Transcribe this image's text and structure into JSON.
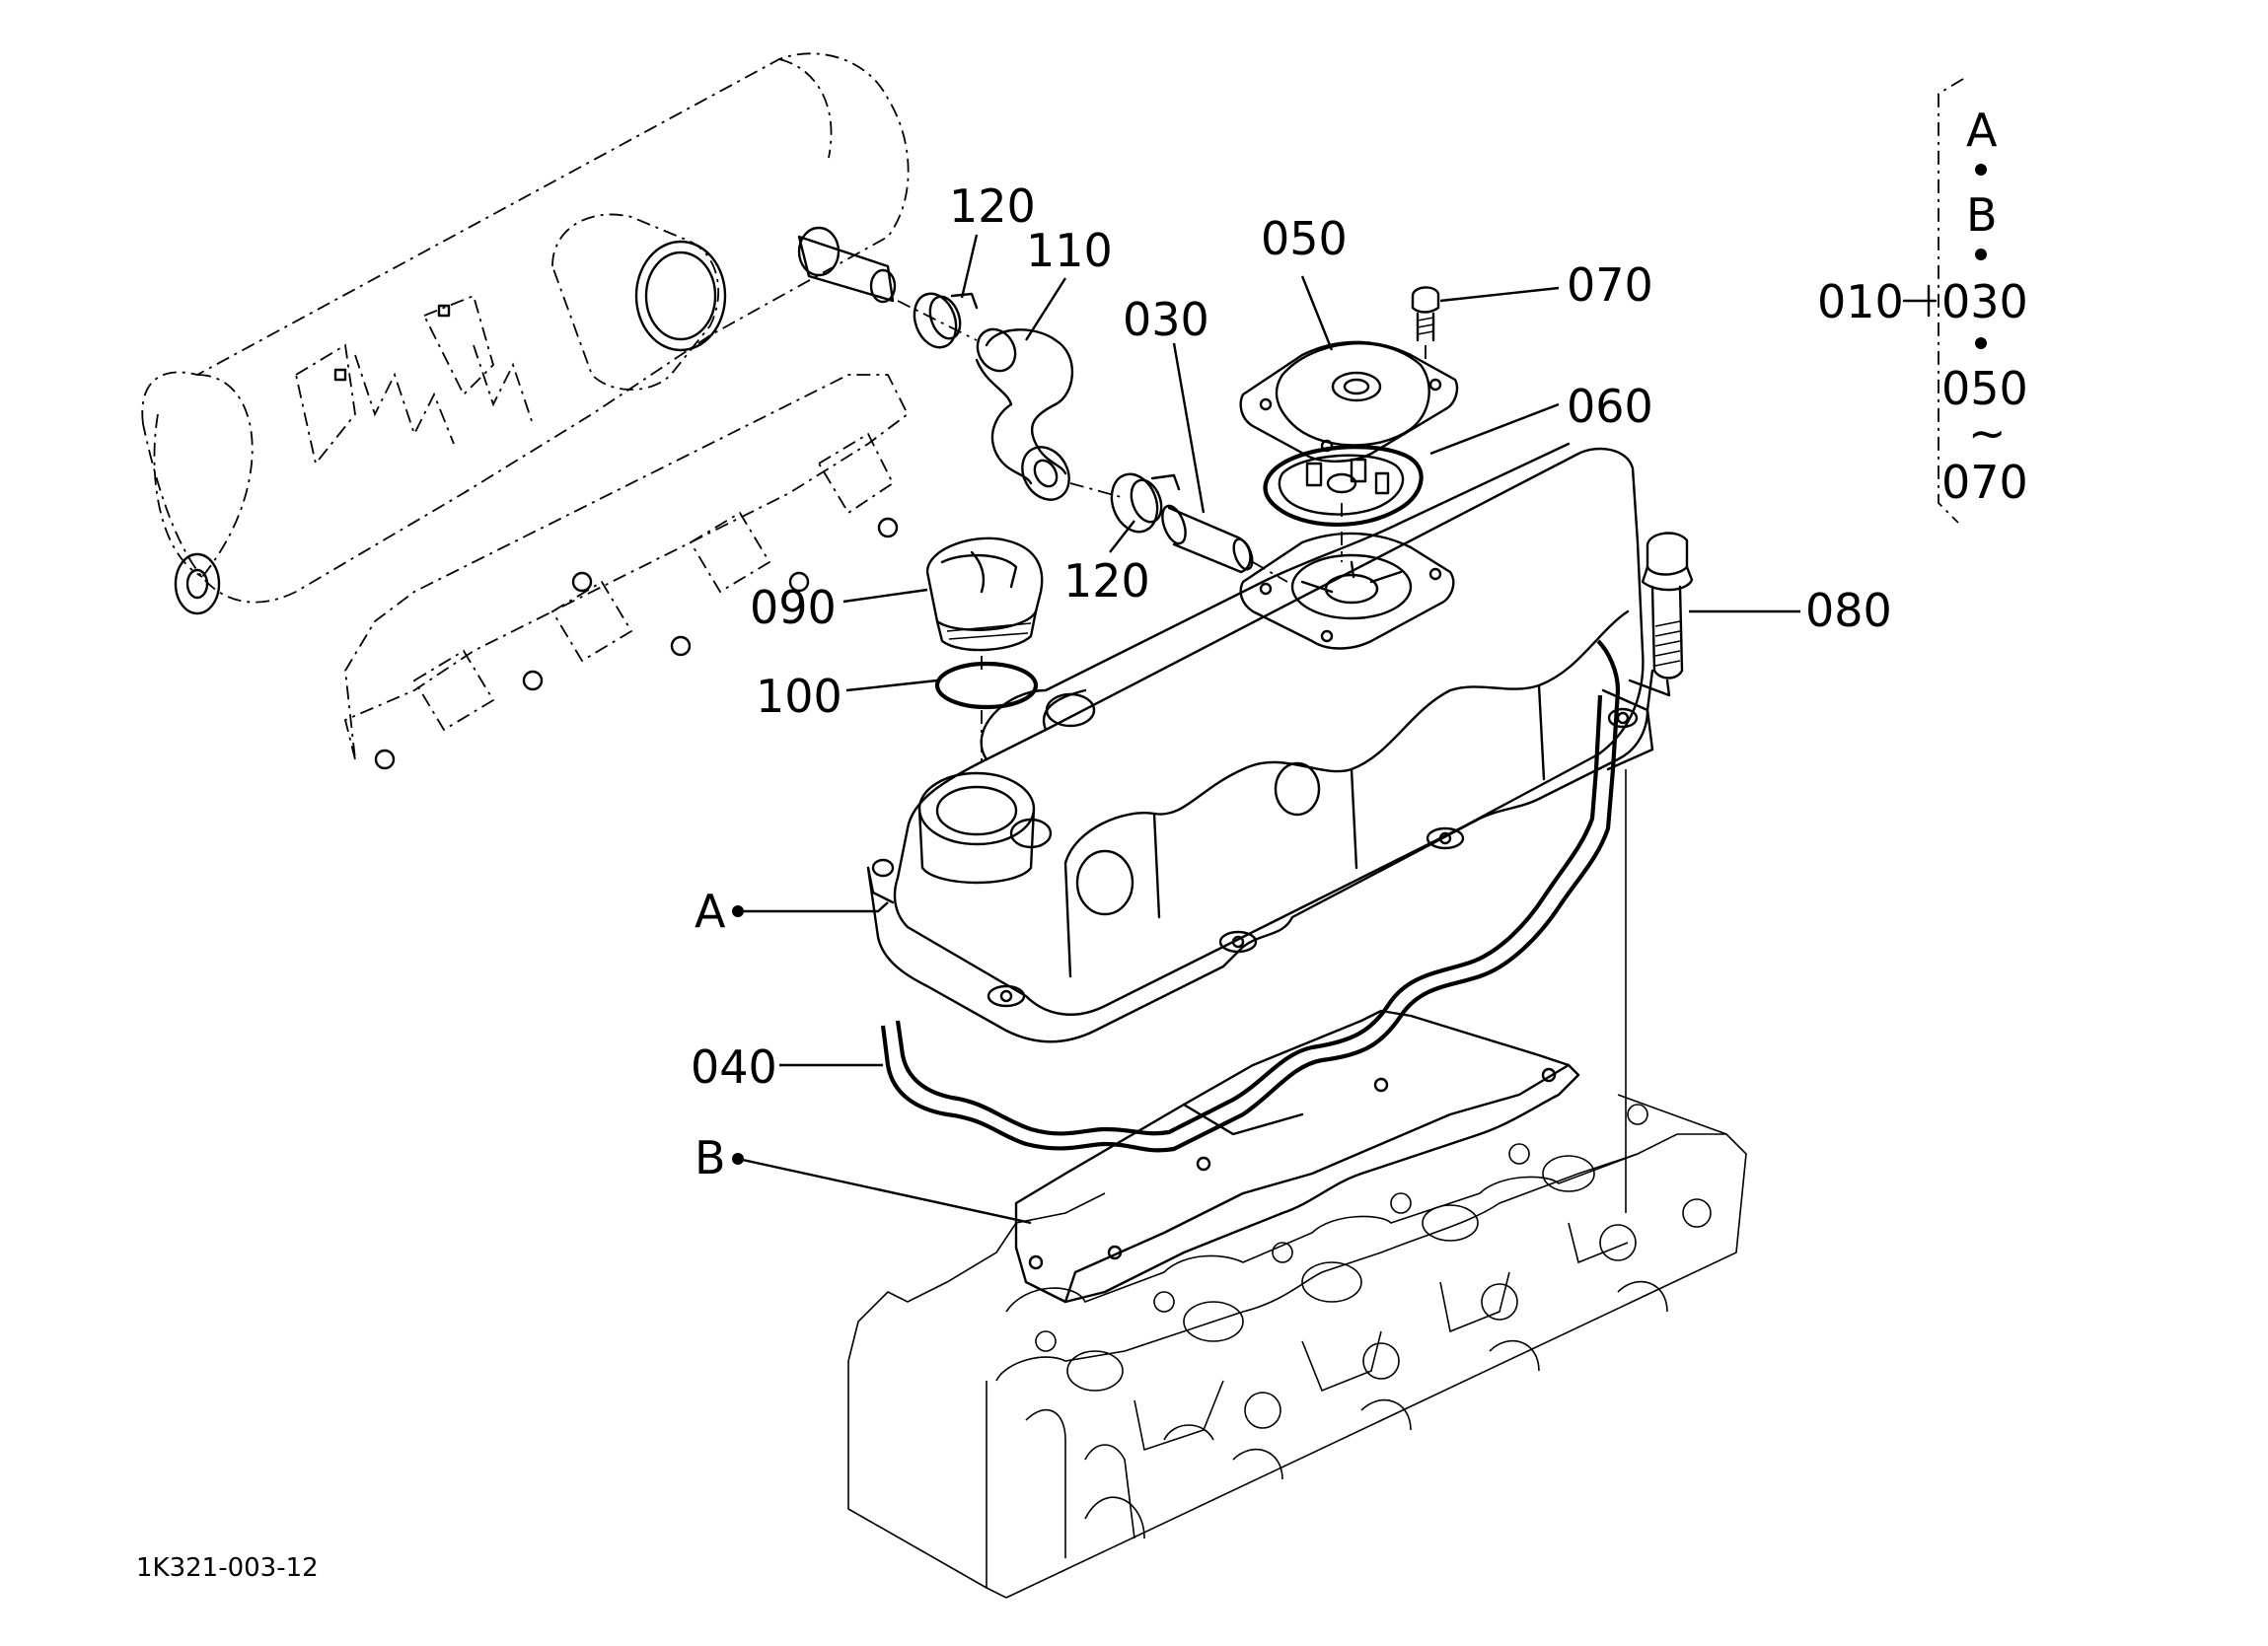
{
  "callouts": {
    "p120_top": "120",
    "p110": "110",
    "p030": "030",
    "p050": "050",
    "p070": "070",
    "p060": "060",
    "p080": "080",
    "p090": "090",
    "p120_bottom": "120",
    "p100": "100",
    "pA": "A",
    "p040": "040",
    "pB": "B"
  },
  "assembly_legend": {
    "group": "010",
    "items": [
      "A",
      "B",
      "030",
      "050",
      "070"
    ],
    "range_mark": "~"
  },
  "drawing_code": "1K321-003-12"
}
